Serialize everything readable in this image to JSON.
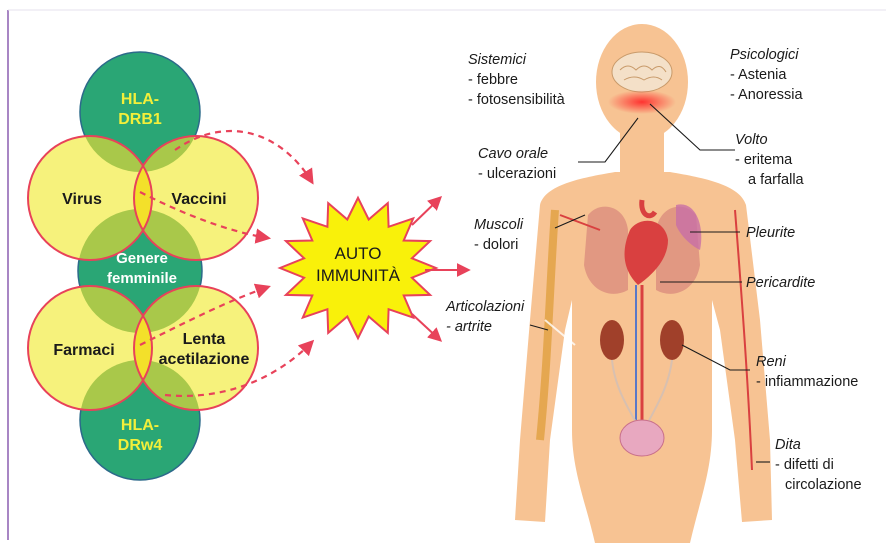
{
  "venn": {
    "hla_drb1": [
      "HLA-",
      "DRB1"
    ],
    "virus": "Virus",
    "vaccini": "Vaccini",
    "genere": [
      "Genere",
      "femminile"
    ],
    "farmaci": "Farmaci",
    "lenta": [
      "Lenta",
      "acetilazione"
    ],
    "hla_drw4": [
      "HLA-",
      "DRw4"
    ]
  },
  "center": [
    "AUTO",
    "IMMUNITÀ"
  ],
  "labels": {
    "sistemici": {
      "title": "Sistemici",
      "items": [
        "- febbre",
        "- fotosensibilità"
      ]
    },
    "psicologici": {
      "title": "Psicologici",
      "items": [
        "- Astenia",
        "- Anoressia"
      ]
    },
    "volto": {
      "title": "Volto",
      "items": [
        "- eritema",
        "a farfalla"
      ]
    },
    "cavo_orale": {
      "title": "Cavo orale",
      "items": [
        "- ulcerazioni"
      ]
    },
    "muscoli": {
      "title": "Muscoli",
      "items": [
        "- dolori"
      ]
    },
    "pleurite": "Pleurite",
    "pericardite": "Pericardite",
    "articolazioni": {
      "title": "Articolazioni",
      "items": [
        "- artrite"
      ]
    },
    "reni": {
      "title": "Reni",
      "items": [
        "- infiammazione"
      ]
    },
    "dita": {
      "title": "Dita",
      "items": [
        "- difetti di",
        "circolazione"
      ]
    }
  },
  "colors": {
    "green_circle": "#2aa675",
    "yellow_circle": "#f6f27c",
    "overlap": "#a9c84a",
    "circle_stroke_red": "#e8425a",
    "circle_stroke_blue": "#2c6a8a",
    "arrow": "#e8425a",
    "burst": "#f9f10a",
    "skin": "#f7c393",
    "accent_line": "#8b5fb0"
  }
}
